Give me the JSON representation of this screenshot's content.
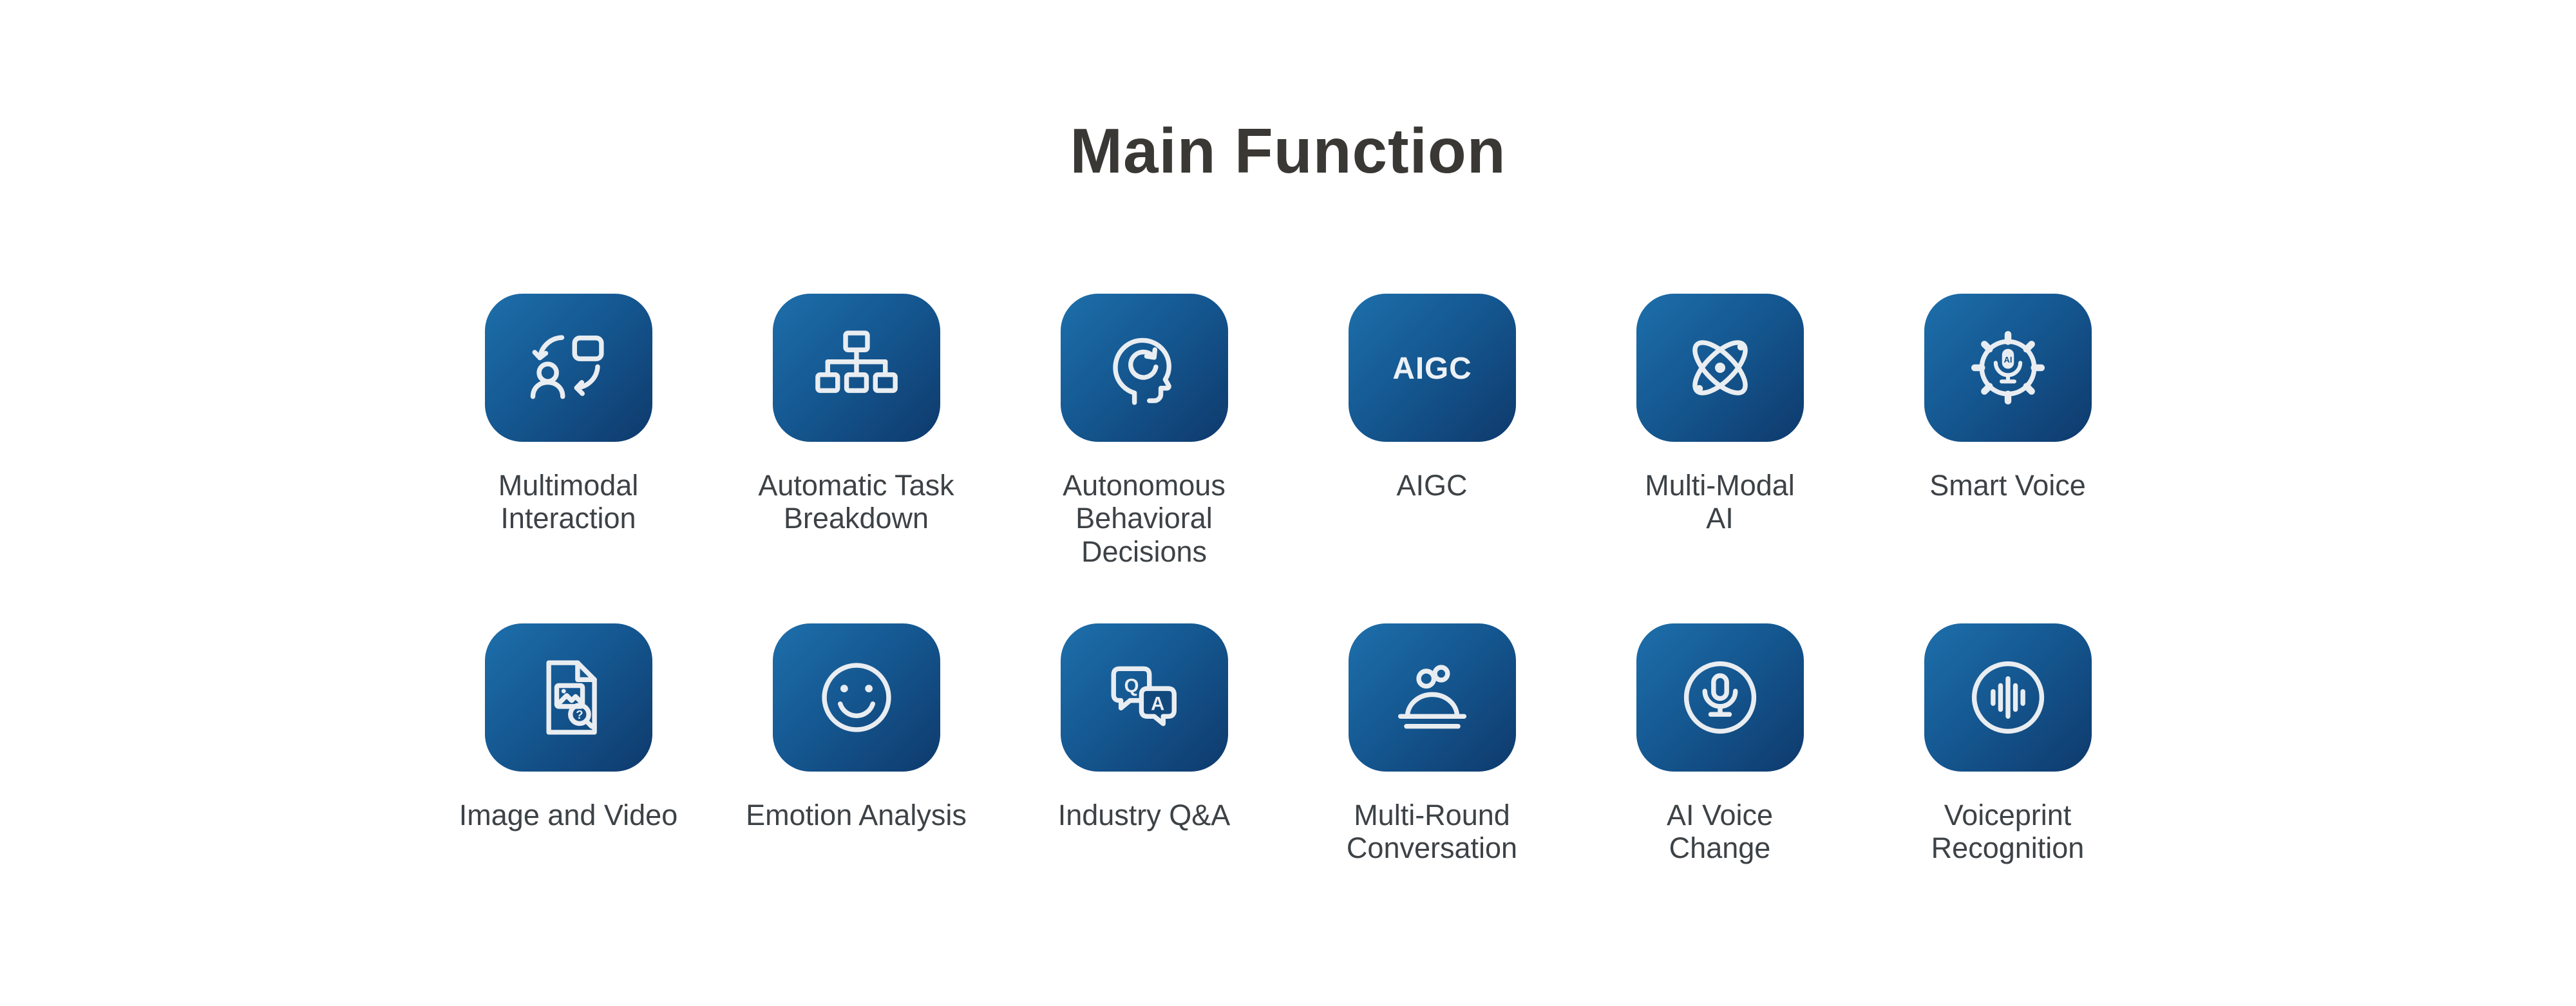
{
  "page": {
    "title": "Main Function"
  },
  "colors": {
    "background": "#ffffff",
    "title_color": "#3a3835",
    "label_color": "#3d4246",
    "tile_gradient_start": "#1d6fab",
    "tile_gradient_end": "#0e3a6c",
    "icon_color": "#e9edf1"
  },
  "tiles": [
    {
      "label": "Multimodal\nInteraction",
      "icon": "multimodal-interaction-icon"
    },
    {
      "label": "Automatic Task\nBreakdown",
      "icon": "task-breakdown-icon"
    },
    {
      "label": "Autonomous\nBehavioral\nDecisions",
      "icon": "head-refresh-icon"
    },
    {
      "label": "AIGC",
      "icon": "aigc-text-icon",
      "icon_text": "AIGC"
    },
    {
      "label": "Multi-Modal\nAI",
      "icon": "atom-icon"
    },
    {
      "label": "Smart Voice",
      "icon": "gear-mic-icon",
      "icon_text": "AI"
    },
    {
      "label": "Image and Video",
      "icon": "document-image-search-icon",
      "icon_text": "?"
    },
    {
      "label": "Emotion Analysis",
      "icon": "smiley-face-icon"
    },
    {
      "label": "Industry Q&A",
      "icon": "qa-chat-bubbles-icon",
      "icon_text_q": "Q",
      "icon_text_a": "A"
    },
    {
      "label": "Multi-Round\nConversation",
      "icon": "conversation-desk-icon"
    },
    {
      "label": "AI Voice\nChange",
      "icon": "microphone-circle-icon"
    },
    {
      "label": "Voiceprint\nRecognition",
      "icon": "voiceprint-waveform-icon"
    }
  ]
}
